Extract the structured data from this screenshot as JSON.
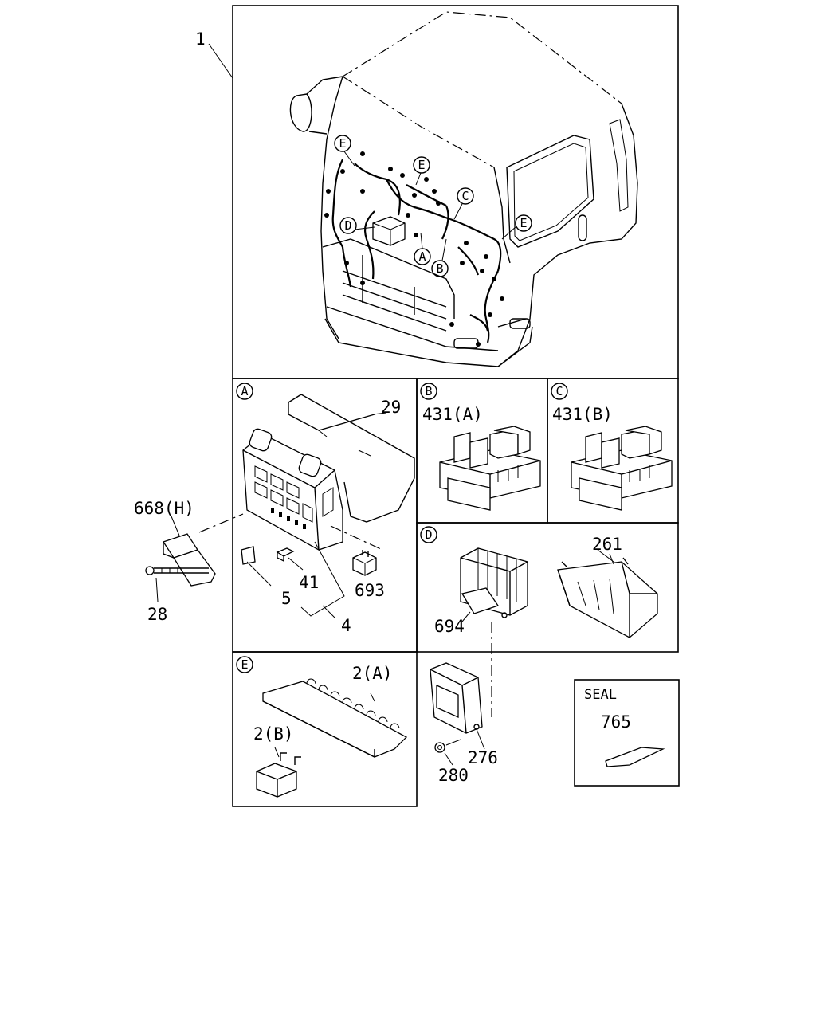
{
  "figure": {
    "callouts": {
      "assembly": "1",
      "shield": "29",
      "fuse_bracket": "668(H)",
      "bolt": "28",
      "relay_small": "41",
      "clip": "5",
      "fuse_group": "4",
      "relay": "693",
      "relay_block_a": "431(A)",
      "relay_block_b": "431(B)",
      "controller": "694",
      "cover": "261",
      "fuse_block": "2(A)",
      "fuse_single": "2(B)",
      "bracket": "276",
      "nut": "280",
      "seal_part": "765"
    },
    "circled": {
      "a": "A",
      "b": "B",
      "c": "C",
      "d": "D",
      "e": "E"
    },
    "seal_title": "SEAL"
  }
}
